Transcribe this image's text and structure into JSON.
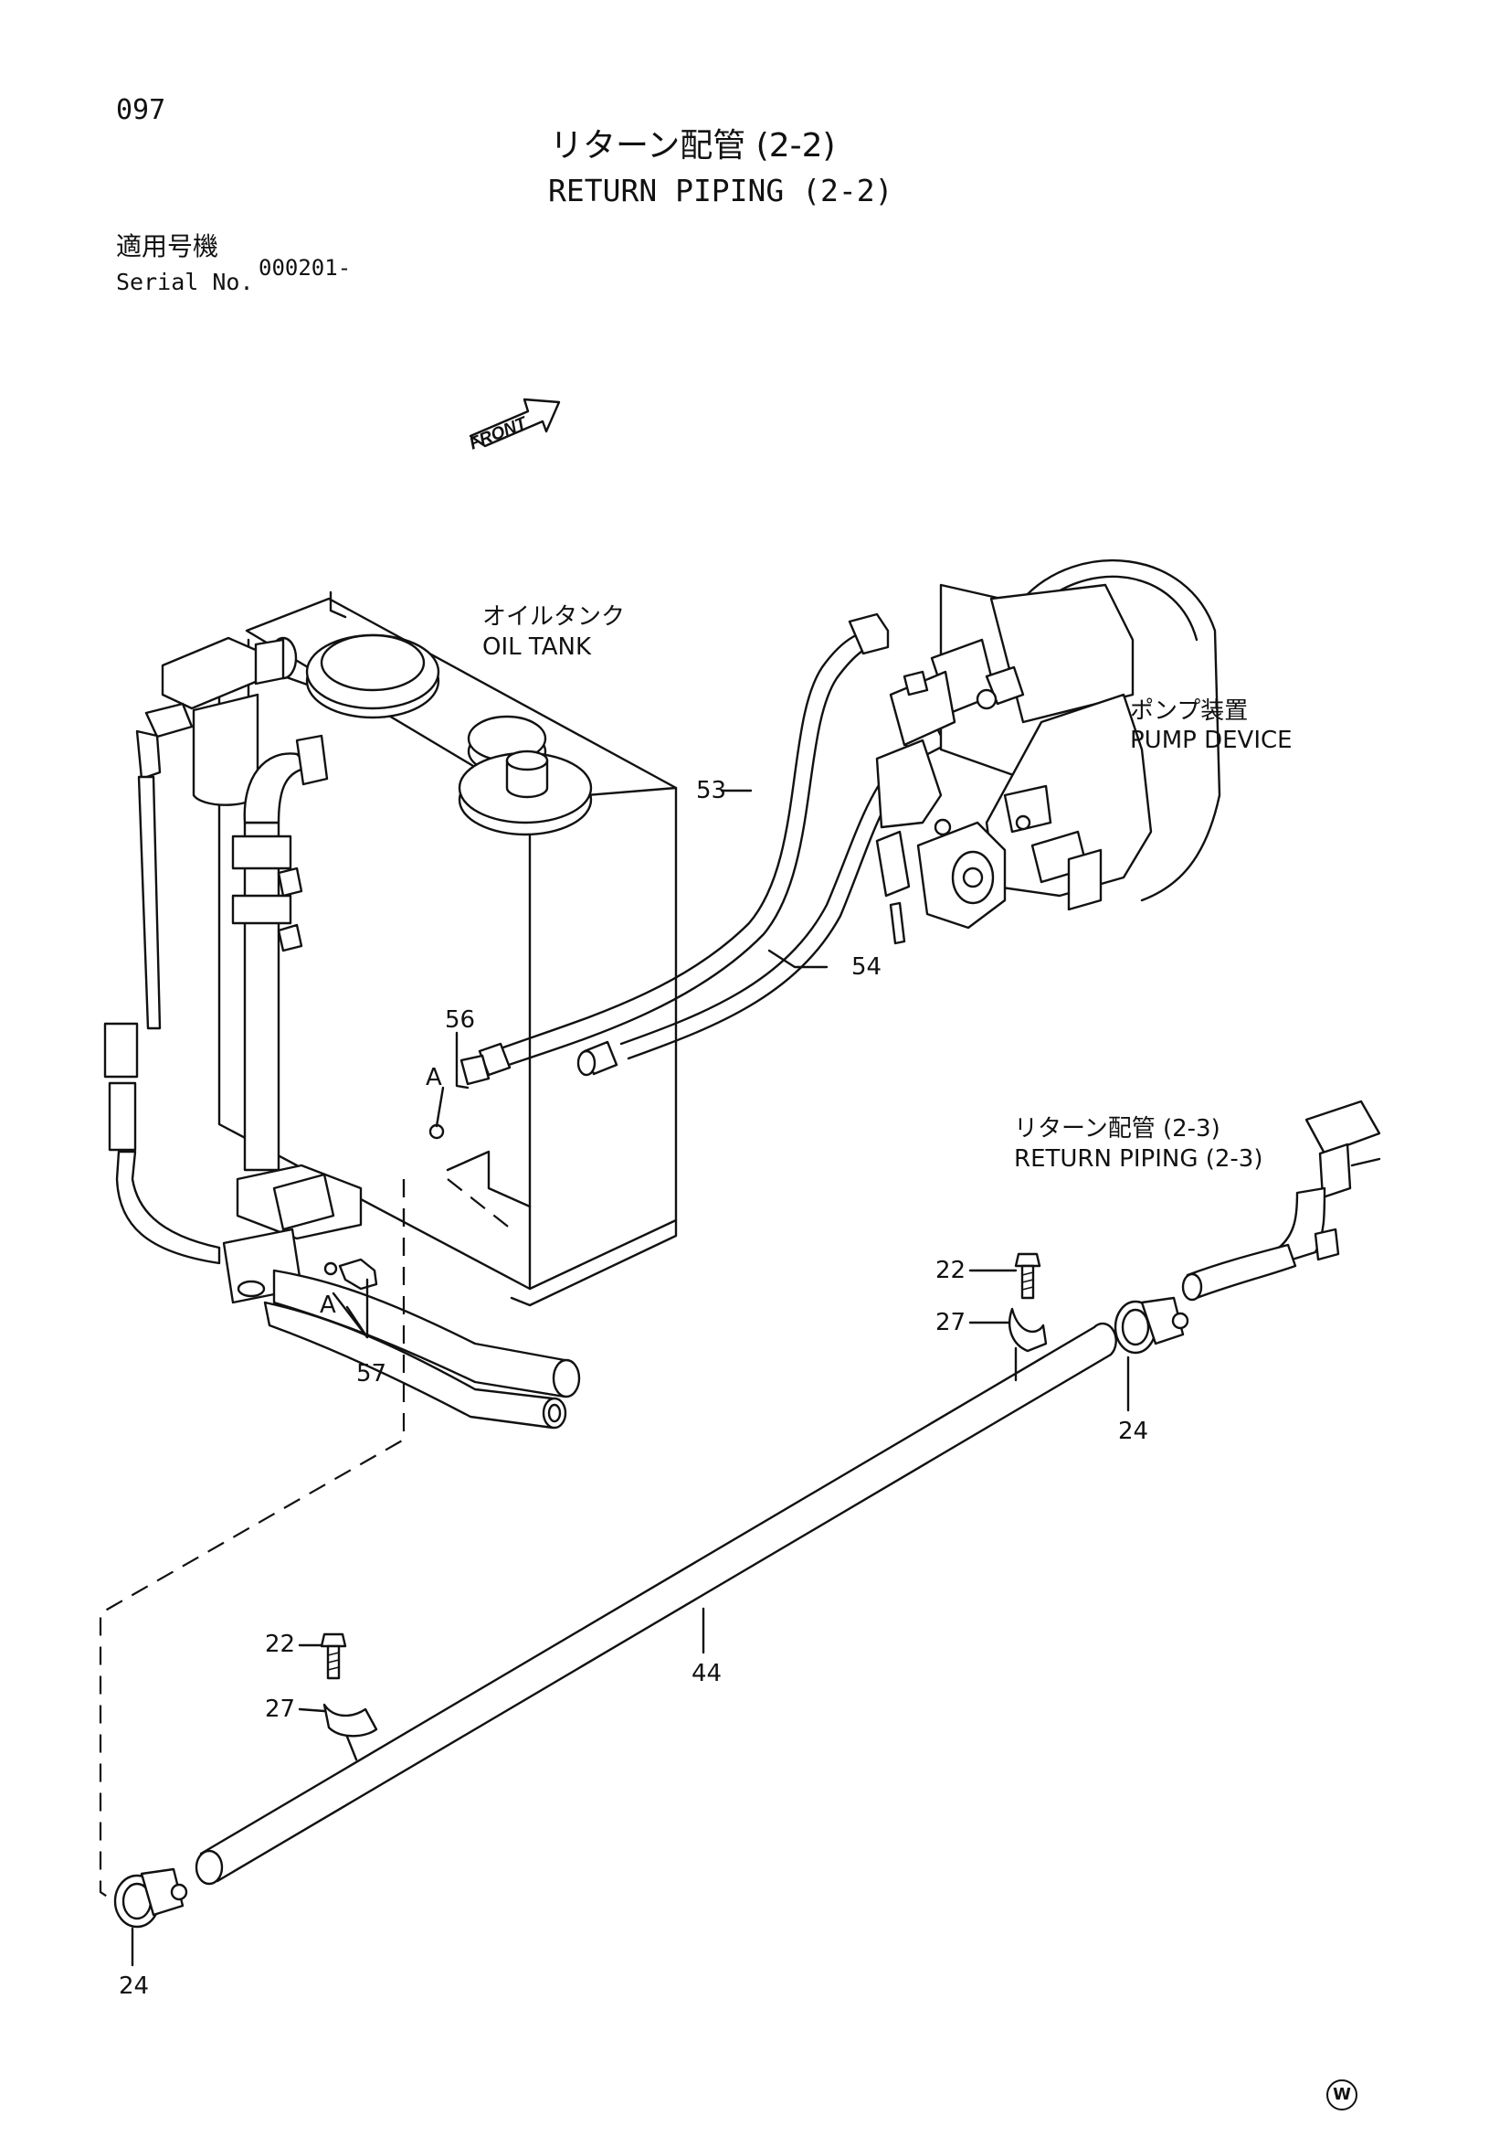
{
  "page_number": "097",
  "title_jp": "リターン配管 (2-2)",
  "title_en": "RETURN PIPING (2-2)",
  "serial": {
    "label_jp": "適用号機",
    "label_en": "Serial No.",
    "value": "000201-"
  },
  "front_label": "FRONT",
  "components": {
    "oil_tank_jp": "オイルタンク",
    "oil_tank_en": "OIL TANK",
    "pump_jp": "ポンプ装置",
    "pump_en": "PUMP DEVICE",
    "return_ref_jp": "リターン配管 (2-3)",
    "return_ref_en": "RETURN PIPING (2-3)"
  },
  "callouts": {
    "c53": "53",
    "c54": "54",
    "c56": "56",
    "c57": "57",
    "a_top": "A",
    "a_bottom": "A",
    "c22_top": "22",
    "c27_top": "27",
    "c24_right": "24",
    "c44": "44",
    "c22_left": "22",
    "c27_left": "27",
    "c24_left": "24"
  },
  "footer_mark": "W"
}
